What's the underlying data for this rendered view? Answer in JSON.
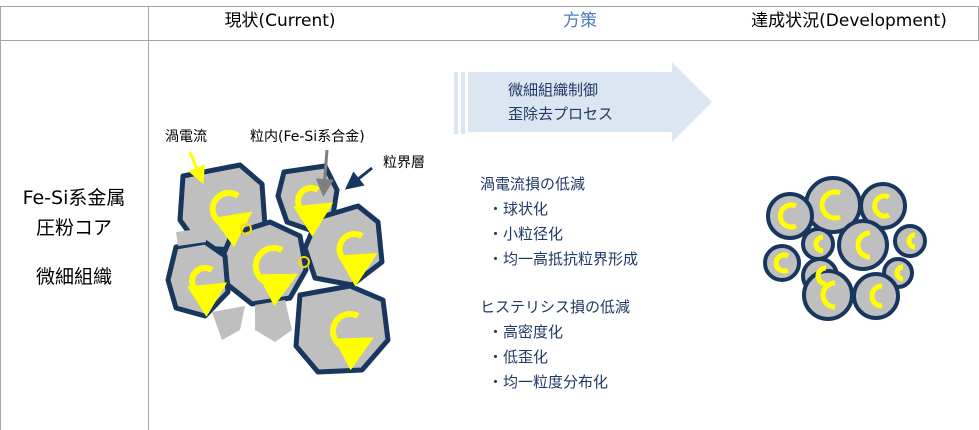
{
  "header": {
    "col1": "",
    "col2": "現状(Current)",
    "col3": "方策",
    "col4": "達成状況(Development)"
  },
  "row": {
    "label_line1": "Fe-Si系金属",
    "label_line2": "圧粉コア",
    "label_line3": "微細組織"
  },
  "current": {
    "eddy_label": "渦電流",
    "grain_label": "粒内(Fe-Si系合金)",
    "boundary_label": "粒界層"
  },
  "strategy": {
    "arrow_line1": "微細組織制御",
    "arrow_line2": "歪除去プロセス",
    "eddy_title": "渦電流損の低減",
    "eddy_items": [
      "・球状化",
      "・小粒径化",
      "・均一高抵抗粒界形成"
    ],
    "hyst_title": "ヒステリシス損の低減",
    "hyst_items": [
      "・高密度化",
      "・低歪化",
      "・均一粒度分布化"
    ]
  },
  "colors": {
    "grid": "#a6a6a6",
    "strategy_header": "#4a7ebb",
    "arrow_fill": "#dce6f2",
    "text_dark_blue": "#1f3864",
    "grain_fill": "#bfbfbf",
    "grain_border": "#17375e",
    "eddy_arrow": "#ffff00",
    "boundary_arrow": "#17375e",
    "grain_pointer": "#7f7f7f"
  },
  "icons": {
    "eddy_current_marker": "yellow-circular-arrow-icon",
    "pointer": "arrow-icon"
  }
}
